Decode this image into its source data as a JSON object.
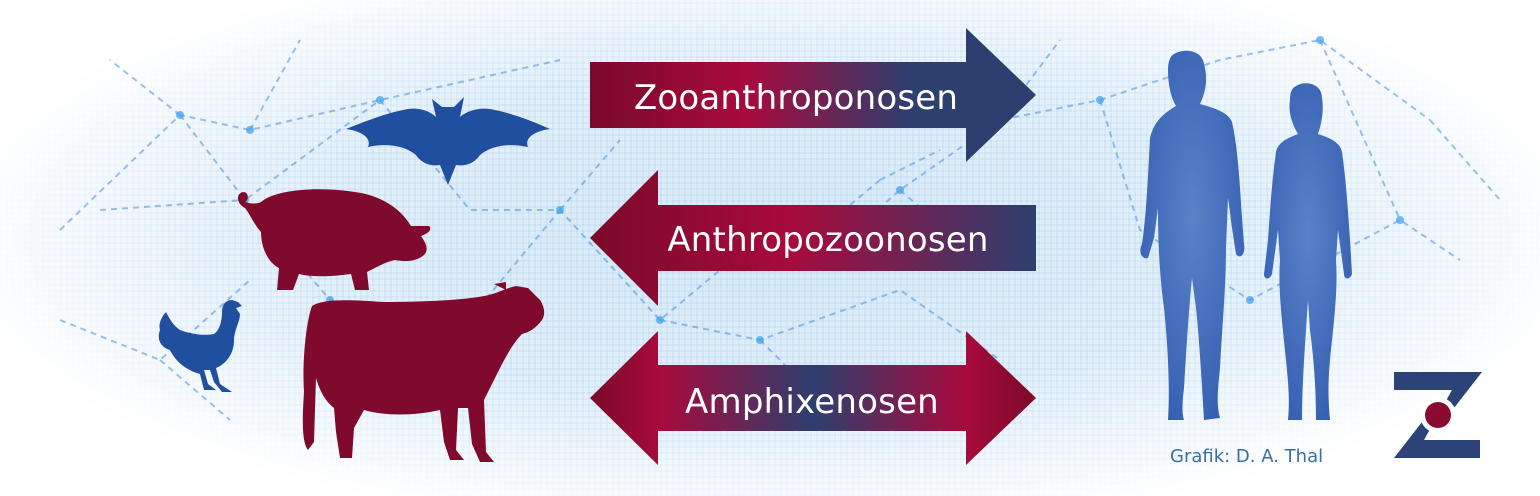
{
  "colors": {
    "crimson": "#8a0a30",
    "crimson_light": "#a80a3c",
    "navy": "#2d3f6e",
    "animal_blue": "#1f4f9e",
    "human_blue": "#3b67b8",
    "logo_navy": "#2b4377",
    "logo_dot": "#8a0a30",
    "credit_text": "#3a6ea5",
    "network_line": "#4a90d9"
  },
  "arrows": [
    {
      "label": "Zooanthroponosen",
      "direction": "right"
    },
    {
      "label": "Anthropozoonosen",
      "direction": "left"
    },
    {
      "label": "Amphixenosen",
      "direction": "both"
    }
  ],
  "animals": [
    "bat",
    "pig",
    "chicken",
    "cow"
  ],
  "humans": [
    "man",
    "woman"
  ],
  "credit": "Grafik: D. A. Thal"
}
